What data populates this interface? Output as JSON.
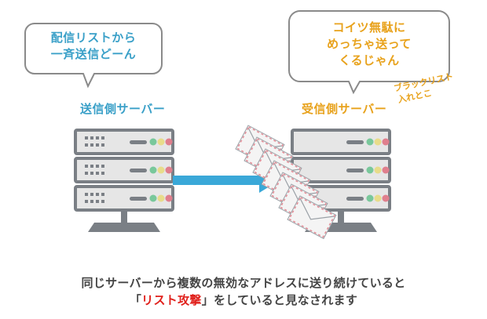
{
  "bubbles": {
    "sender": [
      "配信リストから",
      "一斉送信どーん"
    ],
    "receiver": [
      "コイツ無駄に",
      "めっちゃ送って",
      "くるじゃん"
    ]
  },
  "labels": {
    "sender_server": "送信側サーバー",
    "receiver_server": "受信側サーバー",
    "blacklist_note": [
      "ブラックリスト",
      "入れとこ"
    ]
  },
  "caption": {
    "line1": "同じサーバーから複数の無効なアドレスに送り続けていると",
    "line2_open": "「",
    "line2_highlight": "リスト攻撃",
    "line2_rest": "」をしていると見なされます"
  },
  "colors": {
    "sender_accent": "#3aa0c8",
    "receiver_accent": "#e8a21c",
    "highlight": "#e0201b",
    "arrow": "#3aa8d8",
    "server_body": "#7a7f85"
  }
}
